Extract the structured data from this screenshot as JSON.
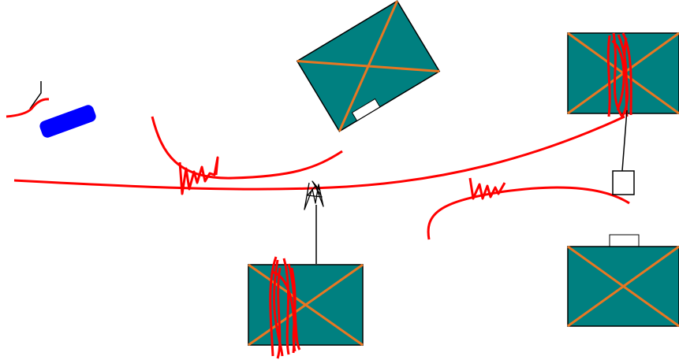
{
  "colors": {
    "background": "#ffffff",
    "box_fill": "#008080",
    "box_stroke": "#000000",
    "cross": "#E87722",
    "ink_red": "#FF0000",
    "blue_block": "#0000FF",
    "black_line": "#000000"
  },
  "boxes": [
    {
      "id": "tilted-top-center",
      "scribbled": false,
      "has_tab": true
    },
    {
      "id": "top-right",
      "scribbled": true,
      "has_tab": false
    },
    {
      "id": "bottom-center",
      "scribbled": true,
      "has_tab": false
    },
    {
      "id": "bottom-right",
      "scribbled": false,
      "has_tab": true
    }
  ]
}
